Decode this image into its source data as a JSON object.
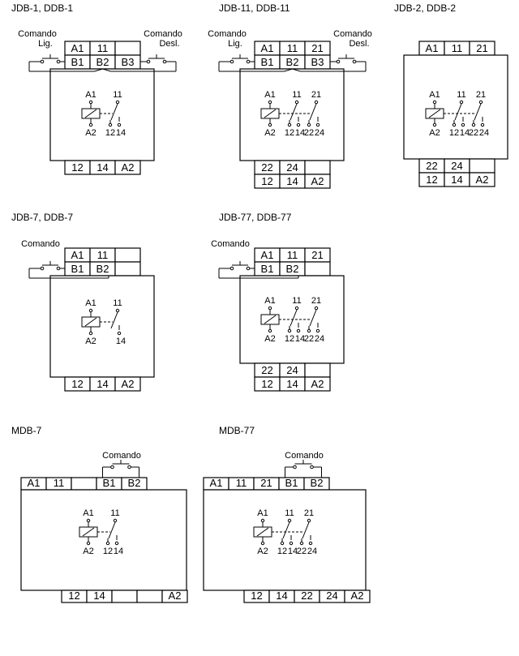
{
  "diagrams": [
    {
      "id": "jdb1",
      "title": "JDB-1, DDB-1",
      "top_row1": [
        "A1",
        "11",
        ""
      ],
      "top_row2": [
        "B1",
        "B2",
        "B3"
      ],
      "bottom_row1": [],
      "bottom_row2": [
        "12",
        "14",
        "A2"
      ],
      "switch_left": "Comando\nLig.",
      "switch_right": "Comando\nDesl.",
      "circuit": {
        "coil_top": "A1",
        "coil_bottom": "A2",
        "contacts": [
          {
            "top": "11",
            "left": "12",
            "right": "14"
          }
        ]
      }
    },
    {
      "id": "jdb11",
      "title": "JDB-11, DDB-11",
      "top_row1": [
        "A1",
        "11",
        "21"
      ],
      "top_row2": [
        "B1",
        "B2",
        "B3"
      ],
      "bottom_row1": [
        "22",
        "24",
        ""
      ],
      "bottom_row2": [
        "12",
        "14",
        "A2"
      ],
      "switch_left": "Comando\nLig.",
      "switch_right": "Comando\nDesl.",
      "circuit": {
        "coil_top": "A1",
        "coil_bottom": "A2",
        "contacts": [
          {
            "top": "11",
            "left": "12",
            "right": "14"
          },
          {
            "top": "21",
            "left": "22",
            "right": "24"
          }
        ]
      }
    },
    {
      "id": "jdb2",
      "title": "JDB-2, DDB-2",
      "top_row1": [
        "A1",
        "11",
        "21"
      ],
      "top_row2": [],
      "bottom_row1": [
        "22",
        "24",
        ""
      ],
      "bottom_row2": [
        "12",
        "14",
        "A2"
      ],
      "circuit": {
        "coil_top": "A1",
        "coil_bottom": "A2",
        "contacts": [
          {
            "top": "11",
            "left": "12",
            "right": "14"
          },
          {
            "top": "21",
            "left": "22",
            "right": "24"
          }
        ]
      }
    },
    {
      "id": "jdb7",
      "title": "JDB-7, DDB-7",
      "top_row1": [
        "A1",
        "11",
        ""
      ],
      "top_row2": [
        "B1",
        "B2",
        ""
      ],
      "bottom_row1": [],
      "bottom_row2": [
        "12",
        "14",
        "A2"
      ],
      "switch_left": "Comando",
      "circuit": {
        "coil_top": "A1",
        "coil_bottom": "A2",
        "contacts": [
          {
            "top": "11",
            "left": "",
            "right": "14"
          }
        ]
      }
    },
    {
      "id": "jdb77",
      "title": "JDB-77, DDB-77",
      "top_row1": [
        "A1",
        "11",
        "21"
      ],
      "top_row2": [
        "B1",
        "B2",
        ""
      ],
      "bottom_row1": [
        "22",
        "24",
        ""
      ],
      "bottom_row2": [
        "12",
        "14",
        "A2"
      ],
      "switch_left": "Comando",
      "circuit": {
        "coil_top": "A1",
        "coil_bottom": "A2",
        "contacts": [
          {
            "top": "11",
            "left": "12",
            "right": "14"
          },
          {
            "top": "21",
            "left": "22",
            "right": "24"
          }
        ]
      }
    },
    {
      "id": "mdb7",
      "title": "MDB-7",
      "top_row": [
        "A1",
        "11",
        "",
        "B1",
        "B2"
      ],
      "bottom_row": [
        "12",
        "14",
        "",
        "",
        "A2"
      ],
      "switch_top": "Comando",
      "circuit": {
        "coil_top": "A1",
        "coil_bottom": "A2",
        "contacts": [
          {
            "top": "11",
            "left": "12",
            "right": "14"
          }
        ]
      }
    },
    {
      "id": "mdb77",
      "title": "MDB-77",
      "top_row": [
        "A1",
        "11",
        "21",
        "B1",
        "B2"
      ],
      "bottom_row": [
        "12",
        "14",
        "22",
        "24",
        "A2"
      ],
      "switch_top": "Comando",
      "circuit": {
        "coil_top": "A1",
        "coil_bottom": "A2",
        "contacts": [
          {
            "top": "11",
            "left": "12",
            "right": "14"
          },
          {
            "top": "21",
            "left": "22",
            "right": "24"
          }
        ]
      }
    }
  ]
}
